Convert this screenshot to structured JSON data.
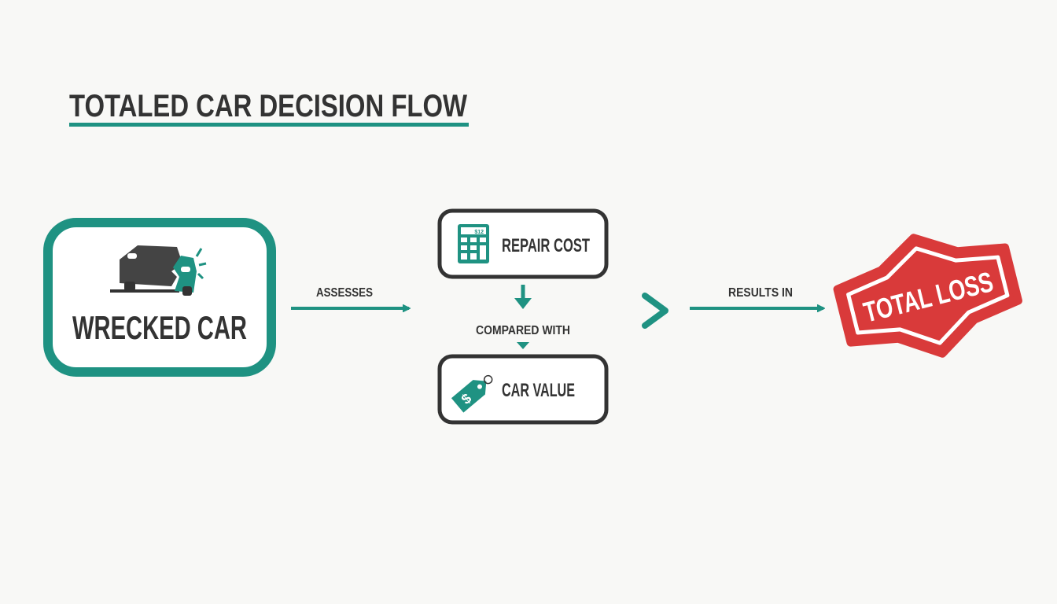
{
  "title": "TOTALED CAR DECISION FLOW",
  "nodes": {
    "wrecked_car": "WRECKED CAR",
    "repair_cost": "REPAIR COST",
    "car_value": "CAR VALUE",
    "total_loss": "TOTAL LOSS"
  },
  "edges": {
    "assesses": "ASSESSES",
    "compared_with": "COMPARED WITH",
    "results_in": "RESULTS IN"
  },
  "icons": {
    "calculator_display": "$12",
    "wrecked": "crashed-car-icon",
    "repair": "calculator-icon",
    "value": "price-tag-icon"
  },
  "colors": {
    "accent": "#1f9282",
    "dark": "#333333",
    "alert": "#d93a3a",
    "background": "#f8f8f6"
  }
}
